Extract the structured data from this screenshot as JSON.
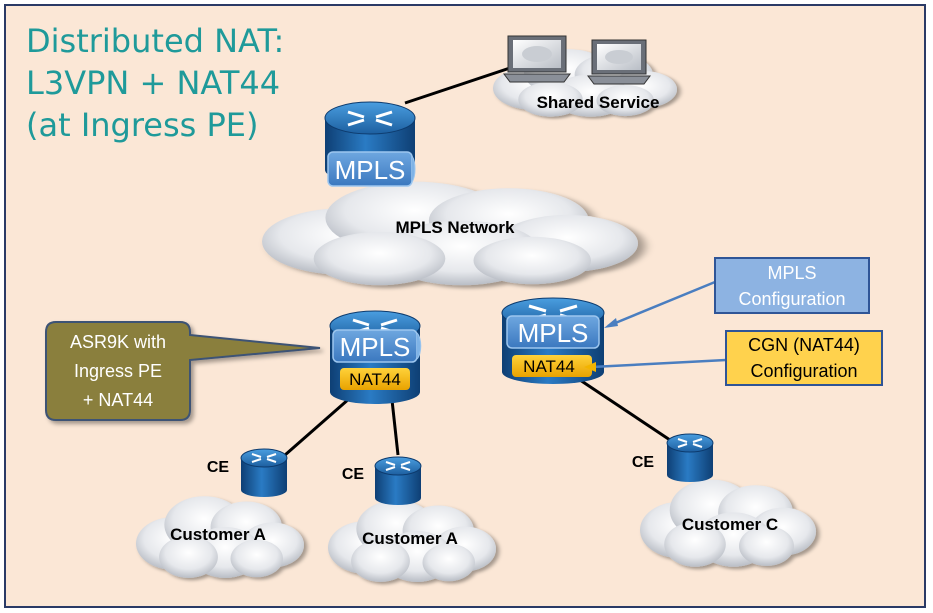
{
  "title": {
    "line1": "Distributed NAT:",
    "line2": "L3VPN + NAT44",
    "line3": "(at Ingress PE)"
  },
  "clouds": {
    "shared": "Shared Service",
    "mpls": "MPLS Network",
    "customer_a1": "Customer A",
    "customer_a2": "Customer A",
    "customer_c": "Customer C"
  },
  "routers": {
    "top_badge": "MPLS",
    "left_badge": "MPLS",
    "left_nat": "NAT44",
    "right_badge": "MPLS",
    "right_nat": "NAT44"
  },
  "ce_labels": [
    "CE",
    "CE",
    "CE"
  ],
  "callouts": {
    "asr9k": [
      "ASR9K with",
      "Ingress PE",
      "+ NAT44"
    ],
    "mpls_config": [
      "MPLS",
      "Configuration"
    ],
    "cgn_config": [
      "CGN (NAT44)",
      "Configuration"
    ]
  },
  "colors": {
    "title": "#1f9a9a",
    "background": "#fbe7d6",
    "router_blue": "#1d5fa0",
    "nat_badge": "#f2b400",
    "asr_callout": "#8a7f3c",
    "mpls_config_box": "#8db3e2",
    "cgn_config_box": "#ffd24d"
  }
}
